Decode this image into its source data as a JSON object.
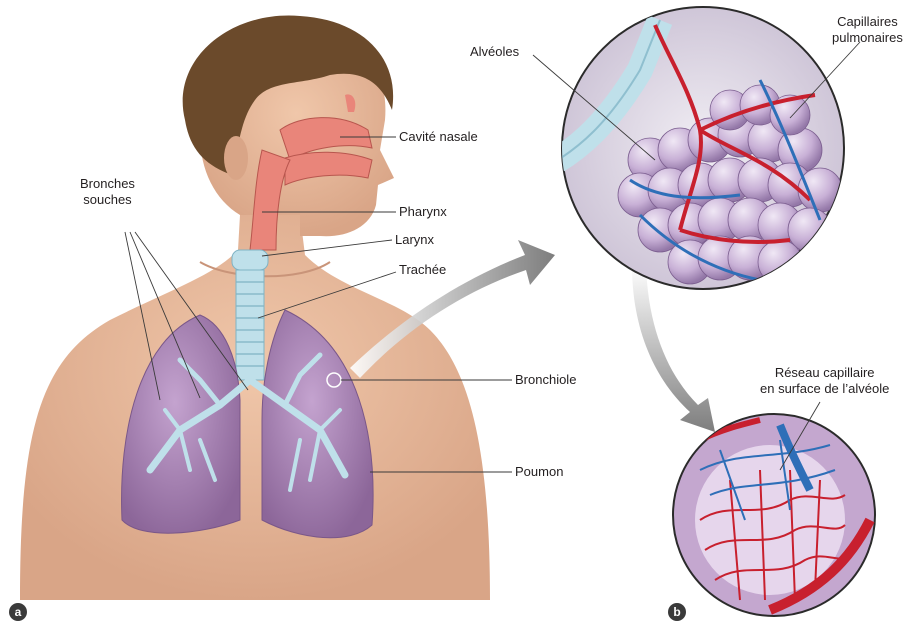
{
  "labels": {
    "cavite_nasale": "Cavité nasale",
    "pharynx": "Pharynx",
    "larynx": "Larynx",
    "trachee": "Trachée",
    "bronches_souches": "Bronches\nsouches",
    "bronchiole": "Bronchiole",
    "poumon": "Poumon",
    "alveoles": "Alvéoles",
    "capillaires_pulmonaires": "Capillaires\npulmonaires",
    "reseau_capillaire": "Réseau capillaire\nen surface de l’alvéole"
  },
  "panels": {
    "a": "a",
    "b": "b"
  },
  "colors": {
    "skin": "#e8b99a",
    "hair": "#6b4a2b",
    "airway": "#e9857a",
    "trachea": "#bfe0ea",
    "lung": "#a985b6",
    "vessel_red": "#c8202e",
    "vessel_blue": "#2e6fb8",
    "alveolus": "#c9b3d6",
    "lens_bg": "#e9e4ee",
    "arrow": "#8a8a8a"
  }
}
